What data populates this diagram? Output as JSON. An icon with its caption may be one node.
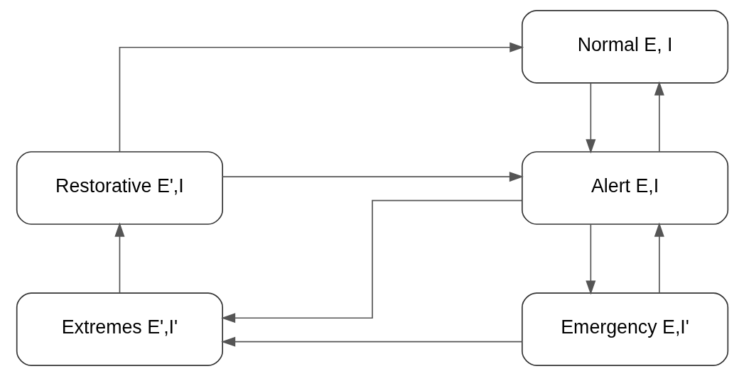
{
  "diagram": {
    "nodes": [
      {
        "text": [
          "Normal E, I"
        ]
      },
      {
        "text": [
          "Restorative E',I"
        ]
      },
      {
        "text": [
          "Alert E,I"
        ]
      },
      {
        "text": [
          "Extremes E',I'"
        ]
      },
      {
        "text": [
          "Emergency E,I'"
        ]
      }
    ],
    "edges": [
      {
        "from": 1,
        "to": 0,
        "arrow": "to"
      },
      {
        "from": 0,
        "to": 2,
        "arrow": "to"
      },
      {
        "from": 2,
        "to": 0,
        "arrow": "to"
      },
      {
        "from": 1,
        "to": 2,
        "arrow": "to"
      },
      {
        "from": 2,
        "to": 3,
        "arrow": "to"
      },
      {
        "from": 2,
        "to": 4,
        "arrow": "to"
      },
      {
        "from": 4,
        "to": 2,
        "arrow": "to"
      },
      {
        "from": 4,
        "to": 3,
        "arrow": "to"
      },
      {
        "from": 3,
        "to": 1,
        "arrow": "to"
      }
    ]
  }
}
